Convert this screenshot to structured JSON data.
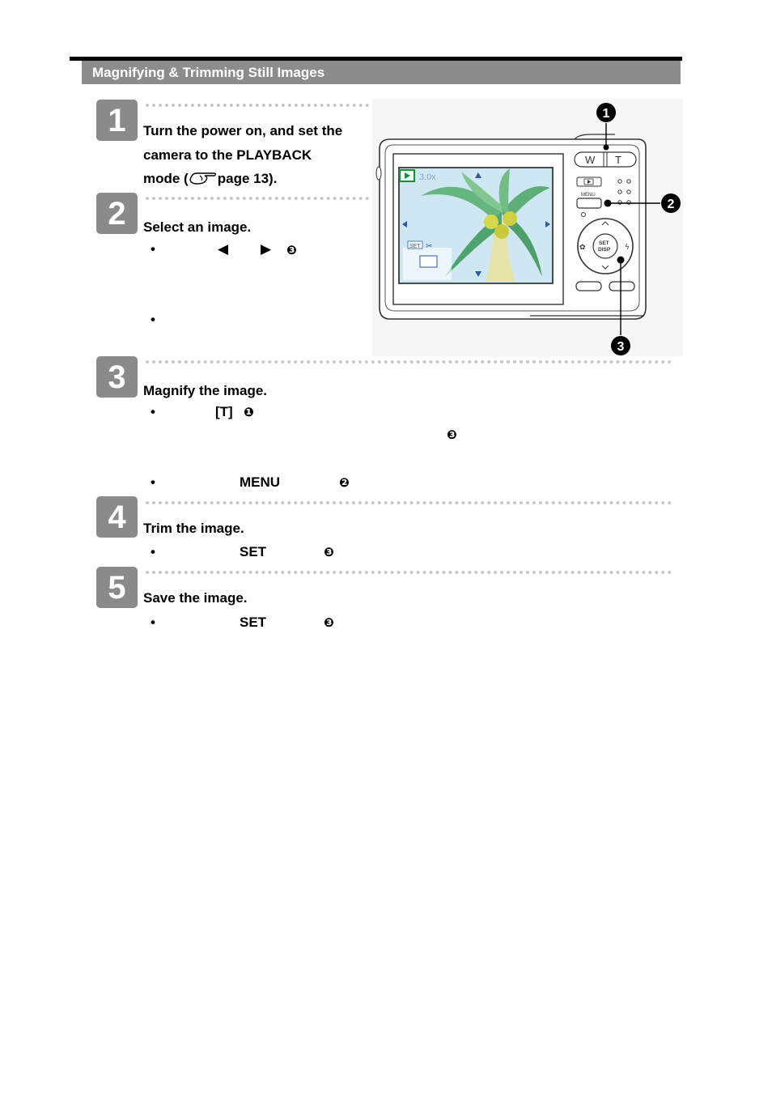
{
  "section_title": "Magnifying & Trimming Still Images",
  "steps": [
    {
      "number": "1",
      "heading_lines": [
        "Turn the power on, and set the",
        "camera to the PLAYBACK"
      ],
      "heading_line3_prefix": "mode (",
      "heading_line3_suffix": "page 13)."
    },
    {
      "number": "2",
      "heading": "Select an image."
    },
    {
      "number": "3",
      "heading": "Magnify the image."
    },
    {
      "number": "4",
      "heading": "Trim the image."
    },
    {
      "number": "5",
      "heading": "Save the image."
    }
  ],
  "markers": {
    "bullet": "•",
    "left_arrow": "◀",
    "right_arrow": "▶",
    "callout_1": "❶",
    "callout_2": "❷",
    "callout_3": "❸"
  },
  "keywords": {
    "t_key": "[T]",
    "menu": "MENU",
    "set": "SET"
  },
  "camera": {
    "zoom_label": "3.0x",
    "w_button": "W",
    "t_button": "T",
    "menu_label": "MENU",
    "set_label": "SET",
    "disp_label": "DISP",
    "set_badge": "SET",
    "callouts": [
      "1",
      "2",
      "3"
    ]
  },
  "colors": {
    "banner": "#8c8c8c",
    "step_badge": "#8a8a8a",
    "dots": "#c8c8c8"
  }
}
